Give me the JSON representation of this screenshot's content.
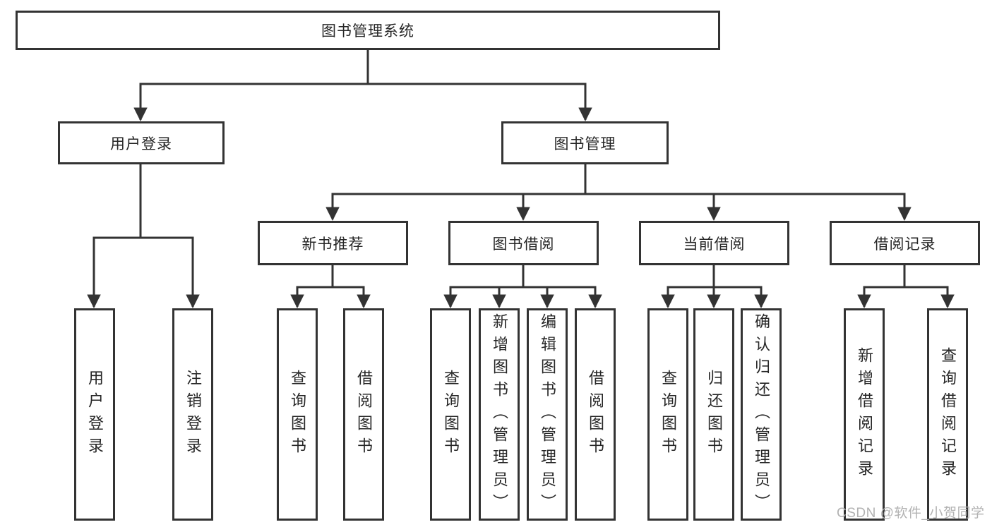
{
  "colors": {
    "line": "#333333",
    "box_border": "#333333",
    "text": "#262626",
    "watermark": "#b2b2b2",
    "background": "#ffffff"
  },
  "diagram": {
    "type": "tree",
    "root": {
      "label": "图书管理系统"
    },
    "branches": [
      {
        "label": "用户登录",
        "children": [
          {
            "label": "用户登录"
          },
          {
            "label": "注销登录"
          }
        ]
      },
      {
        "label": "图书管理",
        "children": [
          {
            "label": "新书推荐",
            "children": [
              {
                "label": "查询图书"
              },
              {
                "label": "借阅图书"
              }
            ]
          },
          {
            "label": "图书借阅",
            "children": [
              {
                "label": "查询图书"
              },
              {
                "label": "新增图书（管理员）"
              },
              {
                "label": "编辑图书（管理员）"
              },
              {
                "label": "借阅图书"
              }
            ]
          },
          {
            "label": "当前借阅",
            "children": [
              {
                "label": "查询图书"
              },
              {
                "label": "归还图书"
              },
              {
                "label": "确认归还（管理员）"
              }
            ]
          },
          {
            "label": "借阅记录",
            "children": [
              {
                "label": "新增借阅记录"
              },
              {
                "label": "查询借阅记录"
              }
            ]
          }
        ]
      }
    ]
  },
  "watermark": {
    "text": "CSDN @软件_小贺同学"
  }
}
